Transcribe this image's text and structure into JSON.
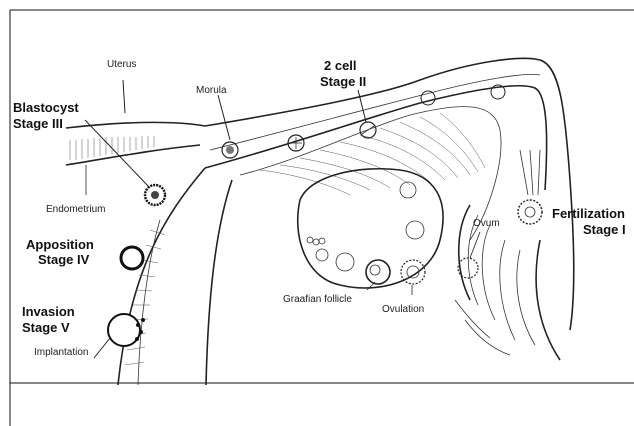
{
  "labels": {
    "uterus": "Uterus",
    "morula": "Morula",
    "two_cell_1": "2 cell",
    "two_cell_2": "Stage II",
    "blastocyst_1": "Blastocyst",
    "blastocyst_2": "Stage III",
    "endometrium": "Endometrium",
    "apposition_1": "Apposition",
    "apposition_2": "Stage IV",
    "invasion_1": "Invasion",
    "invasion_2": "Stage V",
    "implantation": "Implantation",
    "ovum": "Ovum",
    "fertilization_1": "Fertilization",
    "fertilization_2": "Stage I",
    "graafian": "Graafian follicle",
    "ovulation": "Ovulation"
  }
}
